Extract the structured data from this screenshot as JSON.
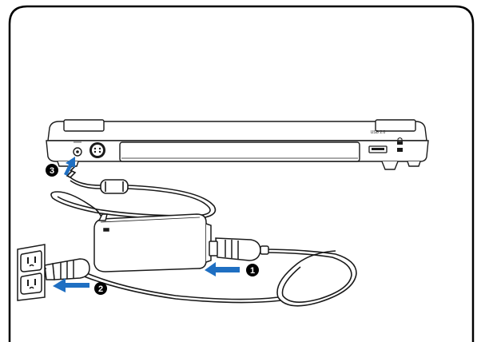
{
  "steps": [
    {
      "number": "1"
    },
    {
      "number": "2"
    },
    {
      "number": "3"
    }
  ],
  "port_labels": {
    "usb": "USB 2.0"
  },
  "colors": {
    "frame": "#000000",
    "line": "#1a1a1a",
    "arrow": "#1f6fc2",
    "marker_fill": "#000000",
    "marker_text": "#ffffff"
  }
}
